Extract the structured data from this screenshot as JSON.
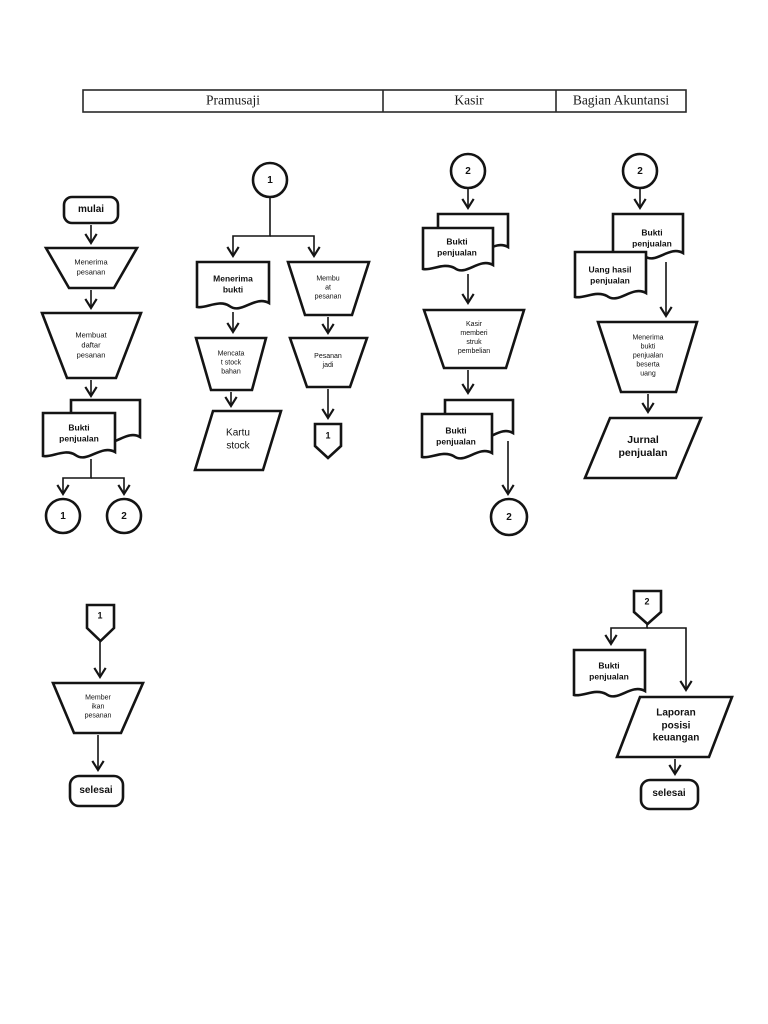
{
  "header": {
    "col1": "Pramusaji",
    "col2": "Kasir",
    "col3": "Bagian Akuntansi"
  },
  "p1": {
    "start": "mulai",
    "receive_order": "Menerima\npesanan",
    "make_list": "Membuat\ndaftar\npesanan",
    "receipt_doc": "Bukti\npenjualan",
    "conn1": "1",
    "conn2": "2"
  },
  "p2": {
    "conn_in": "1",
    "receive_receipt": "Menerima\nbukti",
    "record_stock": "Mencata\nt stock\nbahan",
    "stock_card": "Kartu\nstock",
    "make_order": "Membu\nat\npesanan",
    "order_done": "Pesanan\njadi",
    "offpage1": "1"
  },
  "kasir": {
    "conn_in": "2",
    "receipt_doc_top": "Bukti\npenjualan",
    "give_receipt": "Kasir\nmemberi\nstruk\npembelian",
    "receipt_doc_bottom": "Bukti\npenjualan",
    "conn_out": "2"
  },
  "akuntansi": {
    "conn_in": "2",
    "receipt_doc": "Bukti\npenjualan",
    "cash_doc": "Uang hasil\npenjualan",
    "receive_all": "Menerima\nbukti\npenjualan\nbeserta\nuang",
    "journal": "Jurnal\npenjualan"
  },
  "bottom_left": {
    "offpage_in": "1",
    "deliver_order": "Member\nikan\npesanan",
    "end": "selesai"
  },
  "bottom_right": {
    "offpage_in": "2",
    "receipt_doc": "Bukti\npenjualan",
    "report": "Laporan\nposisi\nkeuangan",
    "end": "selesai"
  }
}
